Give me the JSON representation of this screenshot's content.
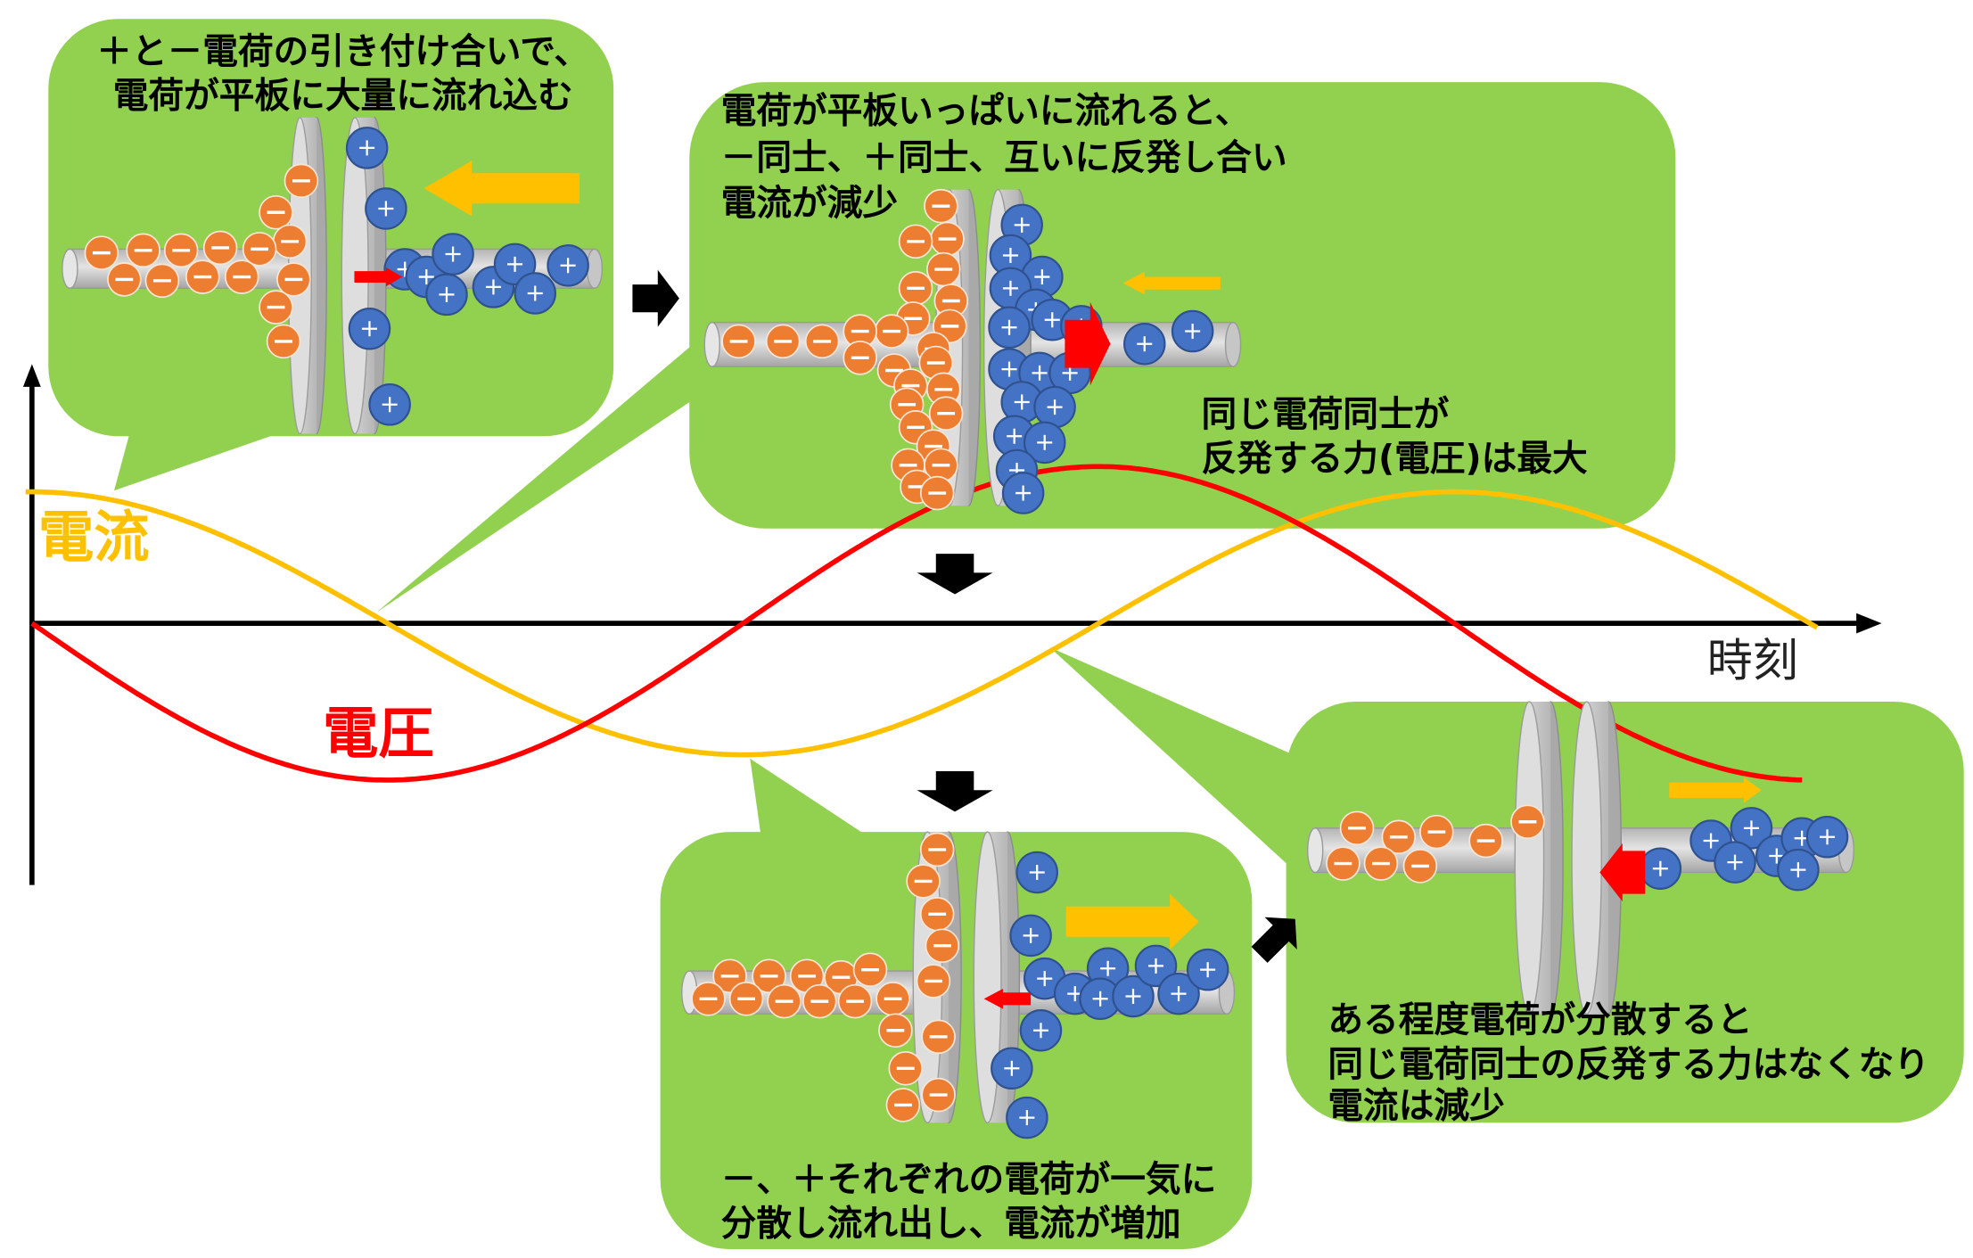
{
  "labels": {
    "current": "電流",
    "voltage": "電圧",
    "time_axis": "時刻"
  },
  "colors": {
    "current": "#FFC000",
    "voltage": "#FF0000",
    "callout_background": "#92D050",
    "negative_charge": "#ED7D31",
    "positive_charge": "#4472C4",
    "step_arrow": "#000000",
    "axis": "#000000"
  },
  "callouts": [
    {
      "lines": [
        "＋と－電荷の引き付け合いで、",
        "電荷が平板に大量に流れ込む"
      ]
    },
    {
      "lines": [
        "電荷が平板いっぱいに流れると、",
        "－同士、＋同士、互いに反発し合い",
        "電流が減少"
      ],
      "note_lines": [
        "同じ電荷同士が",
        "反発する力(電圧)は最大"
      ]
    },
    {
      "lines": [
        "－、＋それぞれの電荷が一気に",
        "分散し流れ出し、電流が増加"
      ]
    },
    {
      "lines": [
        "ある程度電荷が分散すると",
        "同じ電荷同士の反発する力はなくなり",
        "電流は減少"
      ]
    }
  ]
}
